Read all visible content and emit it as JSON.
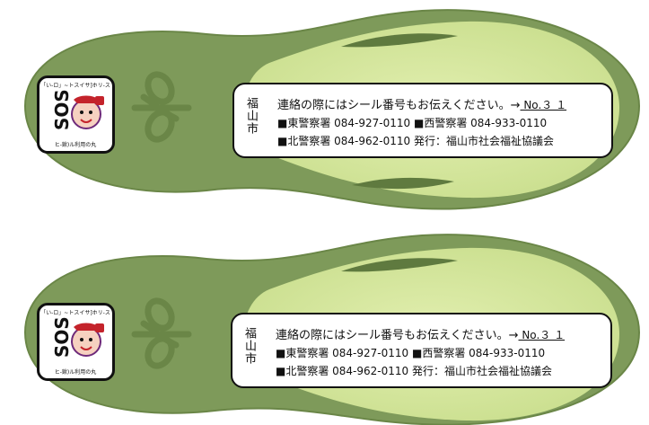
{
  "colors": {
    "sole_outer": "#7e9a5a",
    "sole_outer_dark": "#6f8d4d",
    "sole_inner": "#d9e9a6",
    "arch_dark": "#5f7a3f",
    "badge_red": "#c4232b",
    "badge_purple": "#6e2a7a"
  },
  "badge": {
    "text_top": "「い-ロ」~トスイサ]ホリ-ス",
    "logo": "SOS",
    "text_bottom": "ヒ-鍬)ル利用の丸"
  },
  "labels": [
    {
      "prefecture": "福山市",
      "line1_text": "連絡の際にはシール番号もお伝えください。→",
      "number": " No.３ １ ",
      "line2": "■東警察署 084-927-0110 ■西警察署 084-933-0110",
      "line3": "■北警察署 084-962-0110 発行：福山市社会福祉協議会"
    },
    {
      "prefecture": "福山市",
      "line1_text": "連絡の際にはシール番号もお伝えください。→",
      "number": " No.３ １ ",
      "line2": "■東警察署 084-927-0110 ■西警察署 084-933-0110",
      "line3": "■北警察署 084-962-0110 発行：福山市社会福祉協議会"
    }
  ]
}
